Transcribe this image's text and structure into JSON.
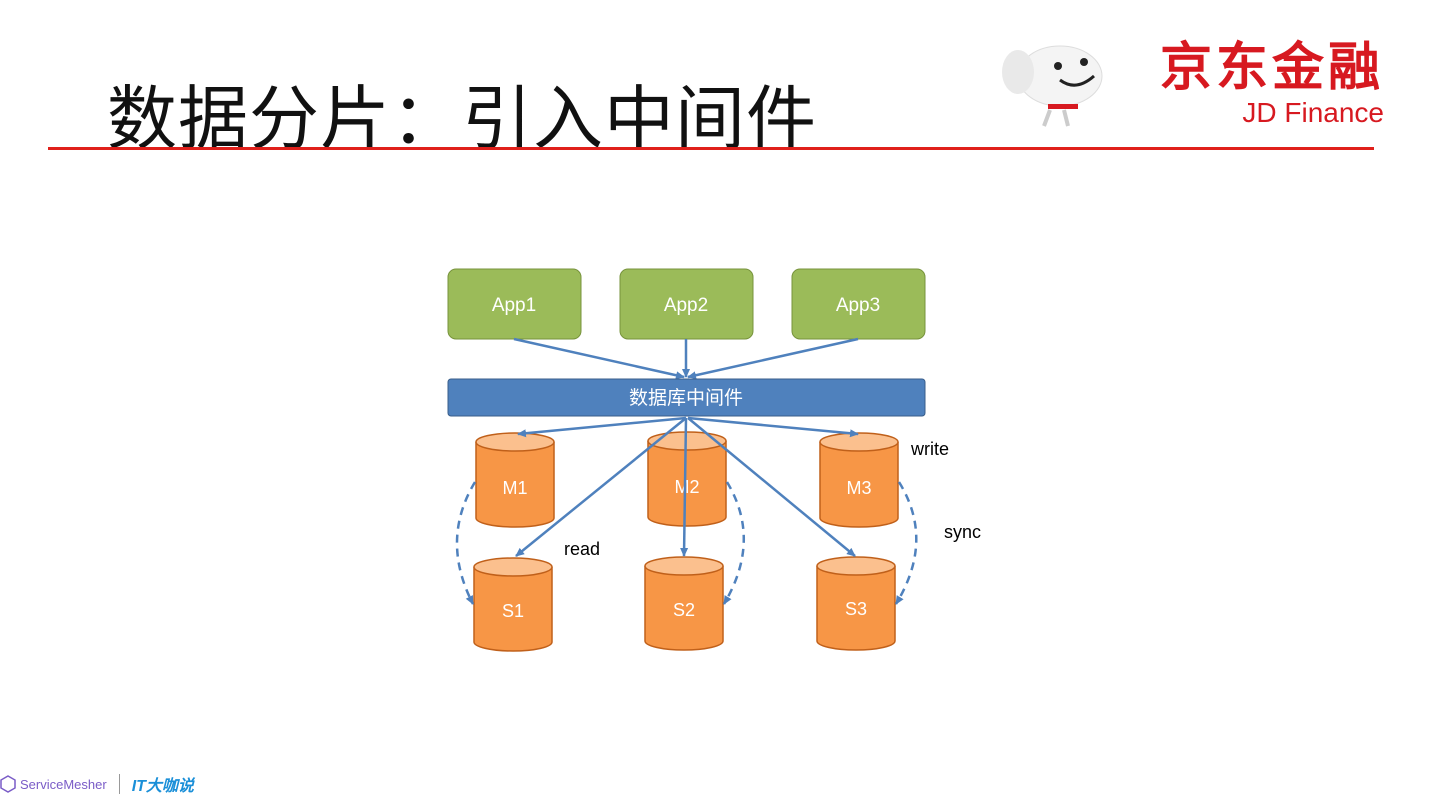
{
  "slide": {
    "title": "数据分片：引入中间件"
  },
  "brand": {
    "name_cn": "京东金融",
    "name_en": "JD Finance"
  },
  "diagram": {
    "apps": [
      "App1",
      "App2",
      "App3"
    ],
    "middleware": "数据库中间件",
    "masters": [
      "M1",
      "M2",
      "M3"
    ],
    "slaves": [
      "S1",
      "S2",
      "S3"
    ],
    "labels": {
      "write": "write",
      "read": "read",
      "sync": "sync"
    },
    "colors": {
      "app": "#9bbb59",
      "middleware": "#4f81bd",
      "db": "#f79646",
      "db_top": "#fbc08e",
      "arrow": "#4f81bd",
      "accent": "#e0201b"
    }
  },
  "footer": {
    "left": "ServiceMesher",
    "right": "IT大咖说"
  }
}
